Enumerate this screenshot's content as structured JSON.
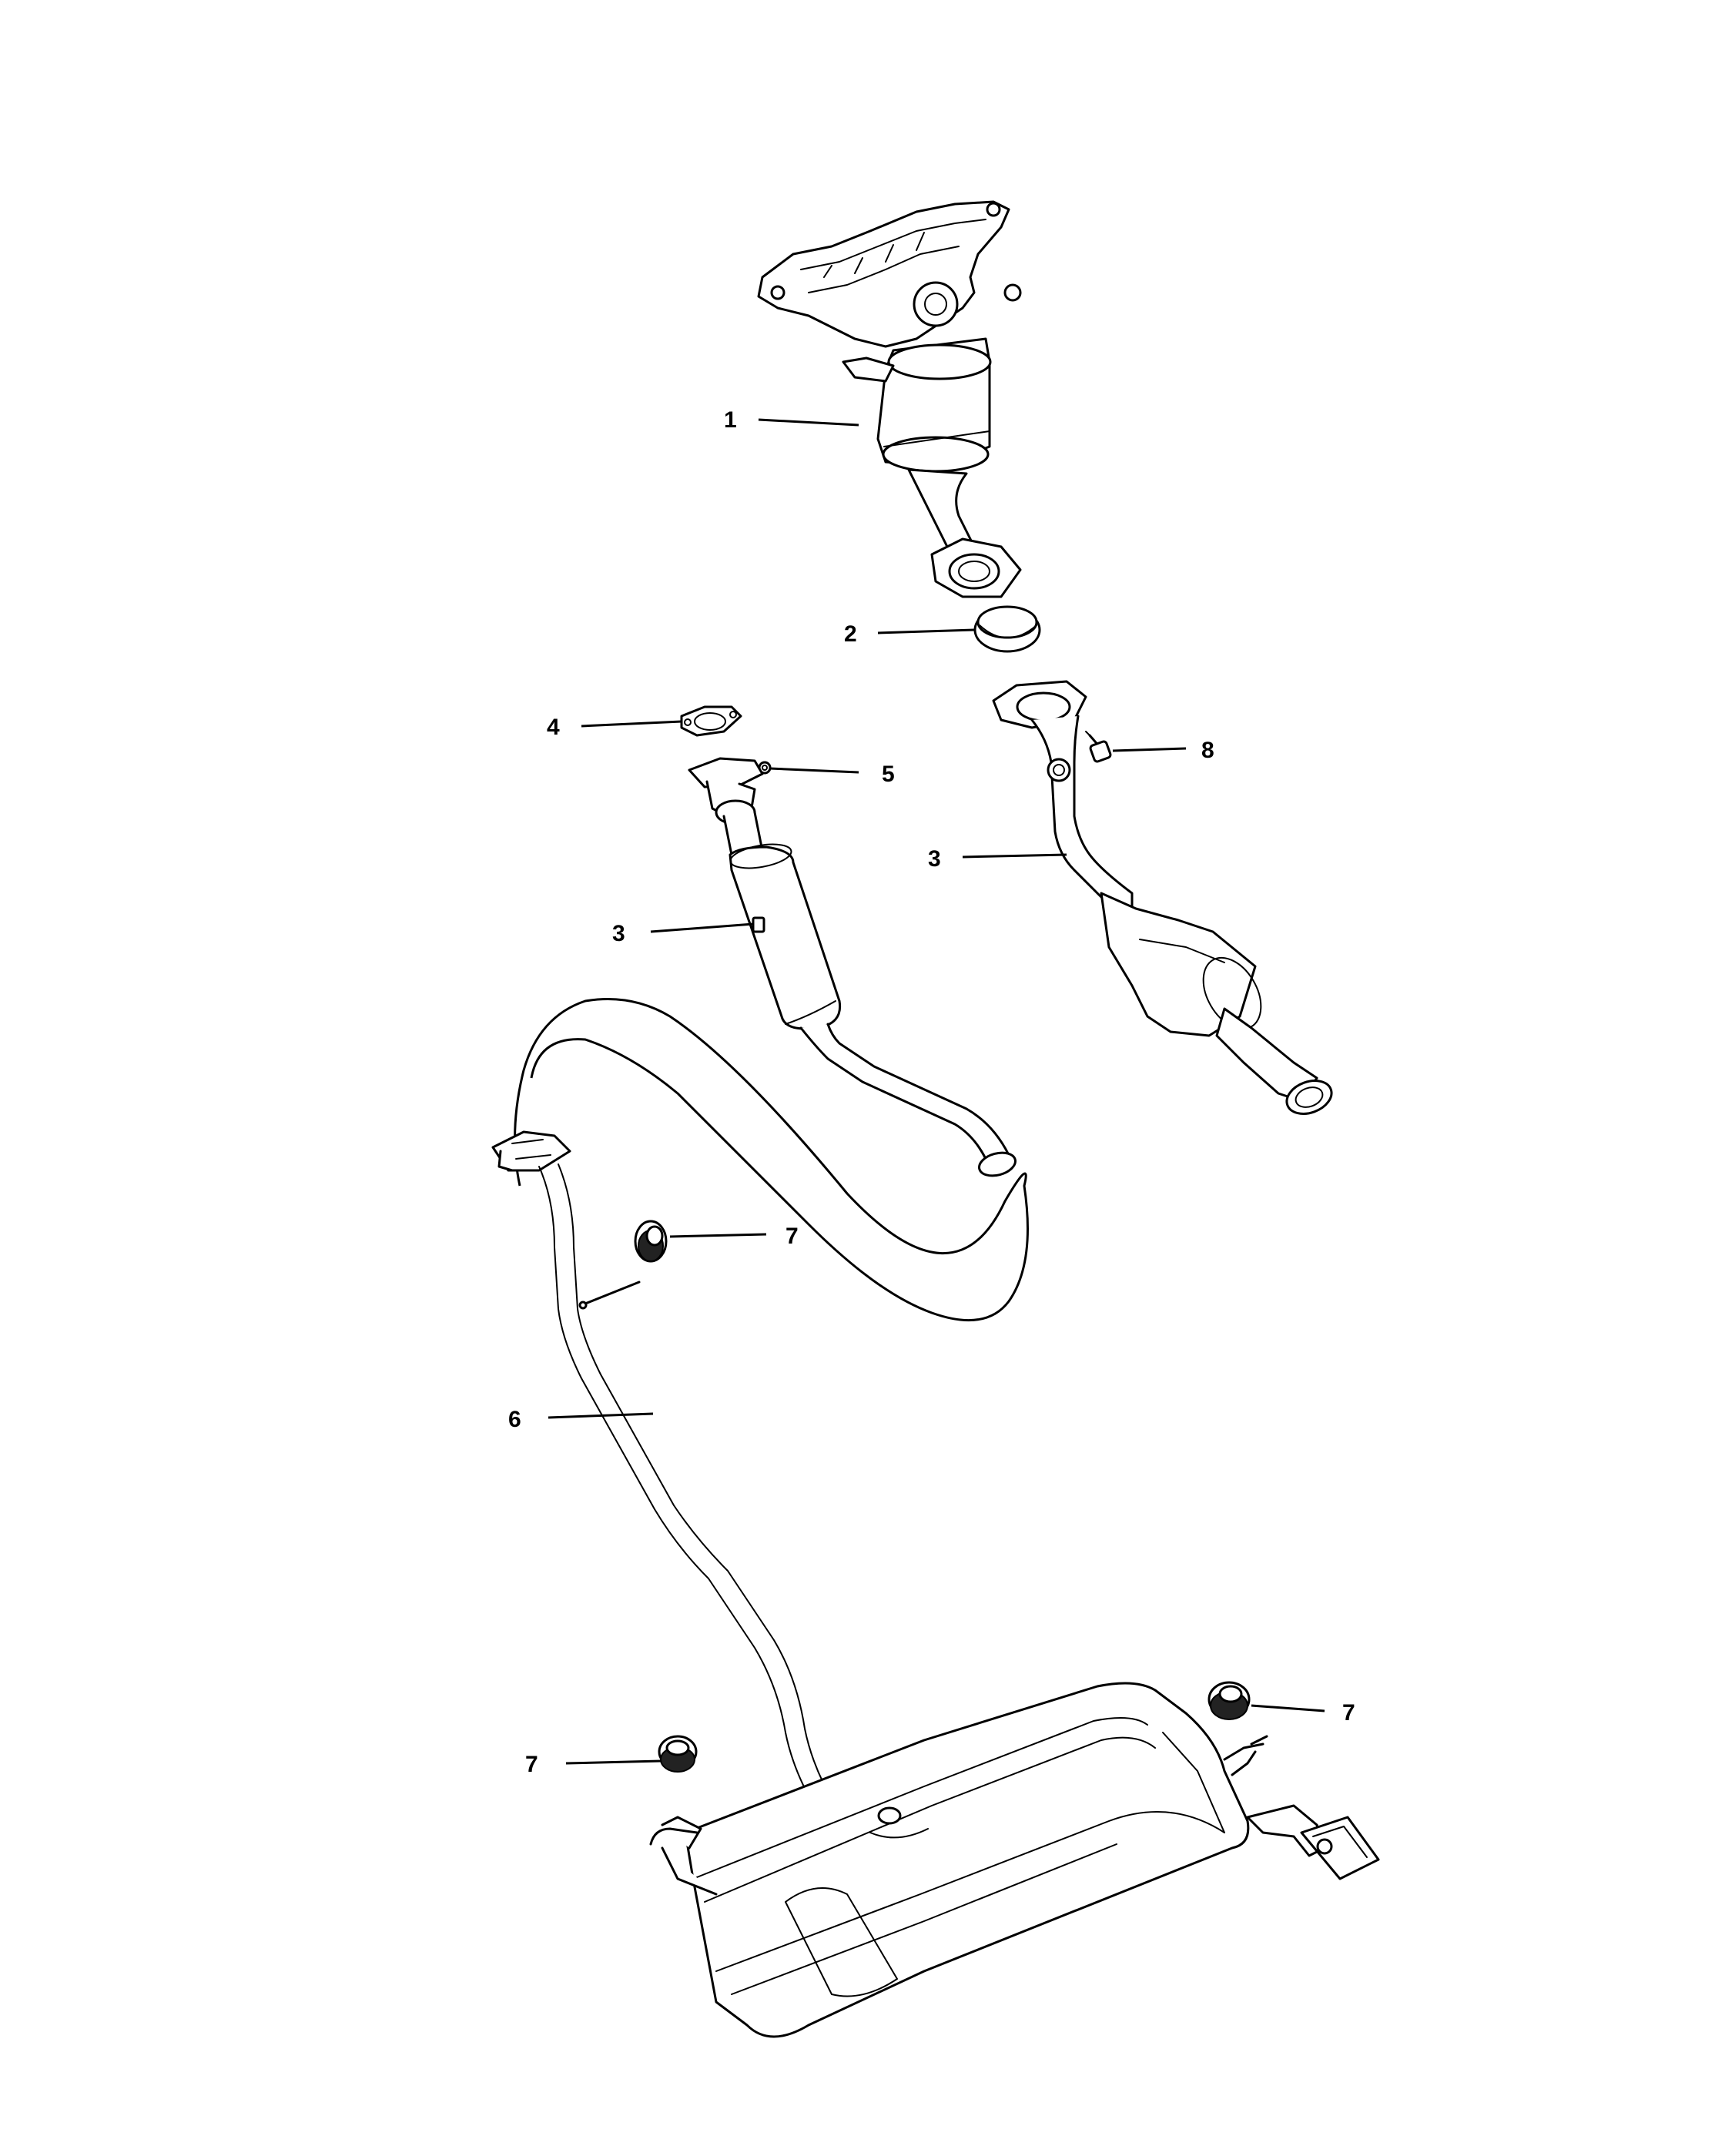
{
  "callouts": [
    {
      "id": "1",
      "label": "1"
    },
    {
      "id": "2",
      "label": "2"
    },
    {
      "id": "3a",
      "label": "3"
    },
    {
      "id": "3b",
      "label": "3"
    },
    {
      "id": "4",
      "label": "4"
    },
    {
      "id": "5",
      "label": "5"
    },
    {
      "id": "6",
      "label": "6"
    },
    {
      "id": "7a",
      "label": "7"
    },
    {
      "id": "7b",
      "label": "7"
    },
    {
      "id": "7c",
      "label": "7"
    },
    {
      "id": "8",
      "label": "8"
    }
  ],
  "colors": {
    "line": "#000000",
    "background": "#ffffff"
  }
}
